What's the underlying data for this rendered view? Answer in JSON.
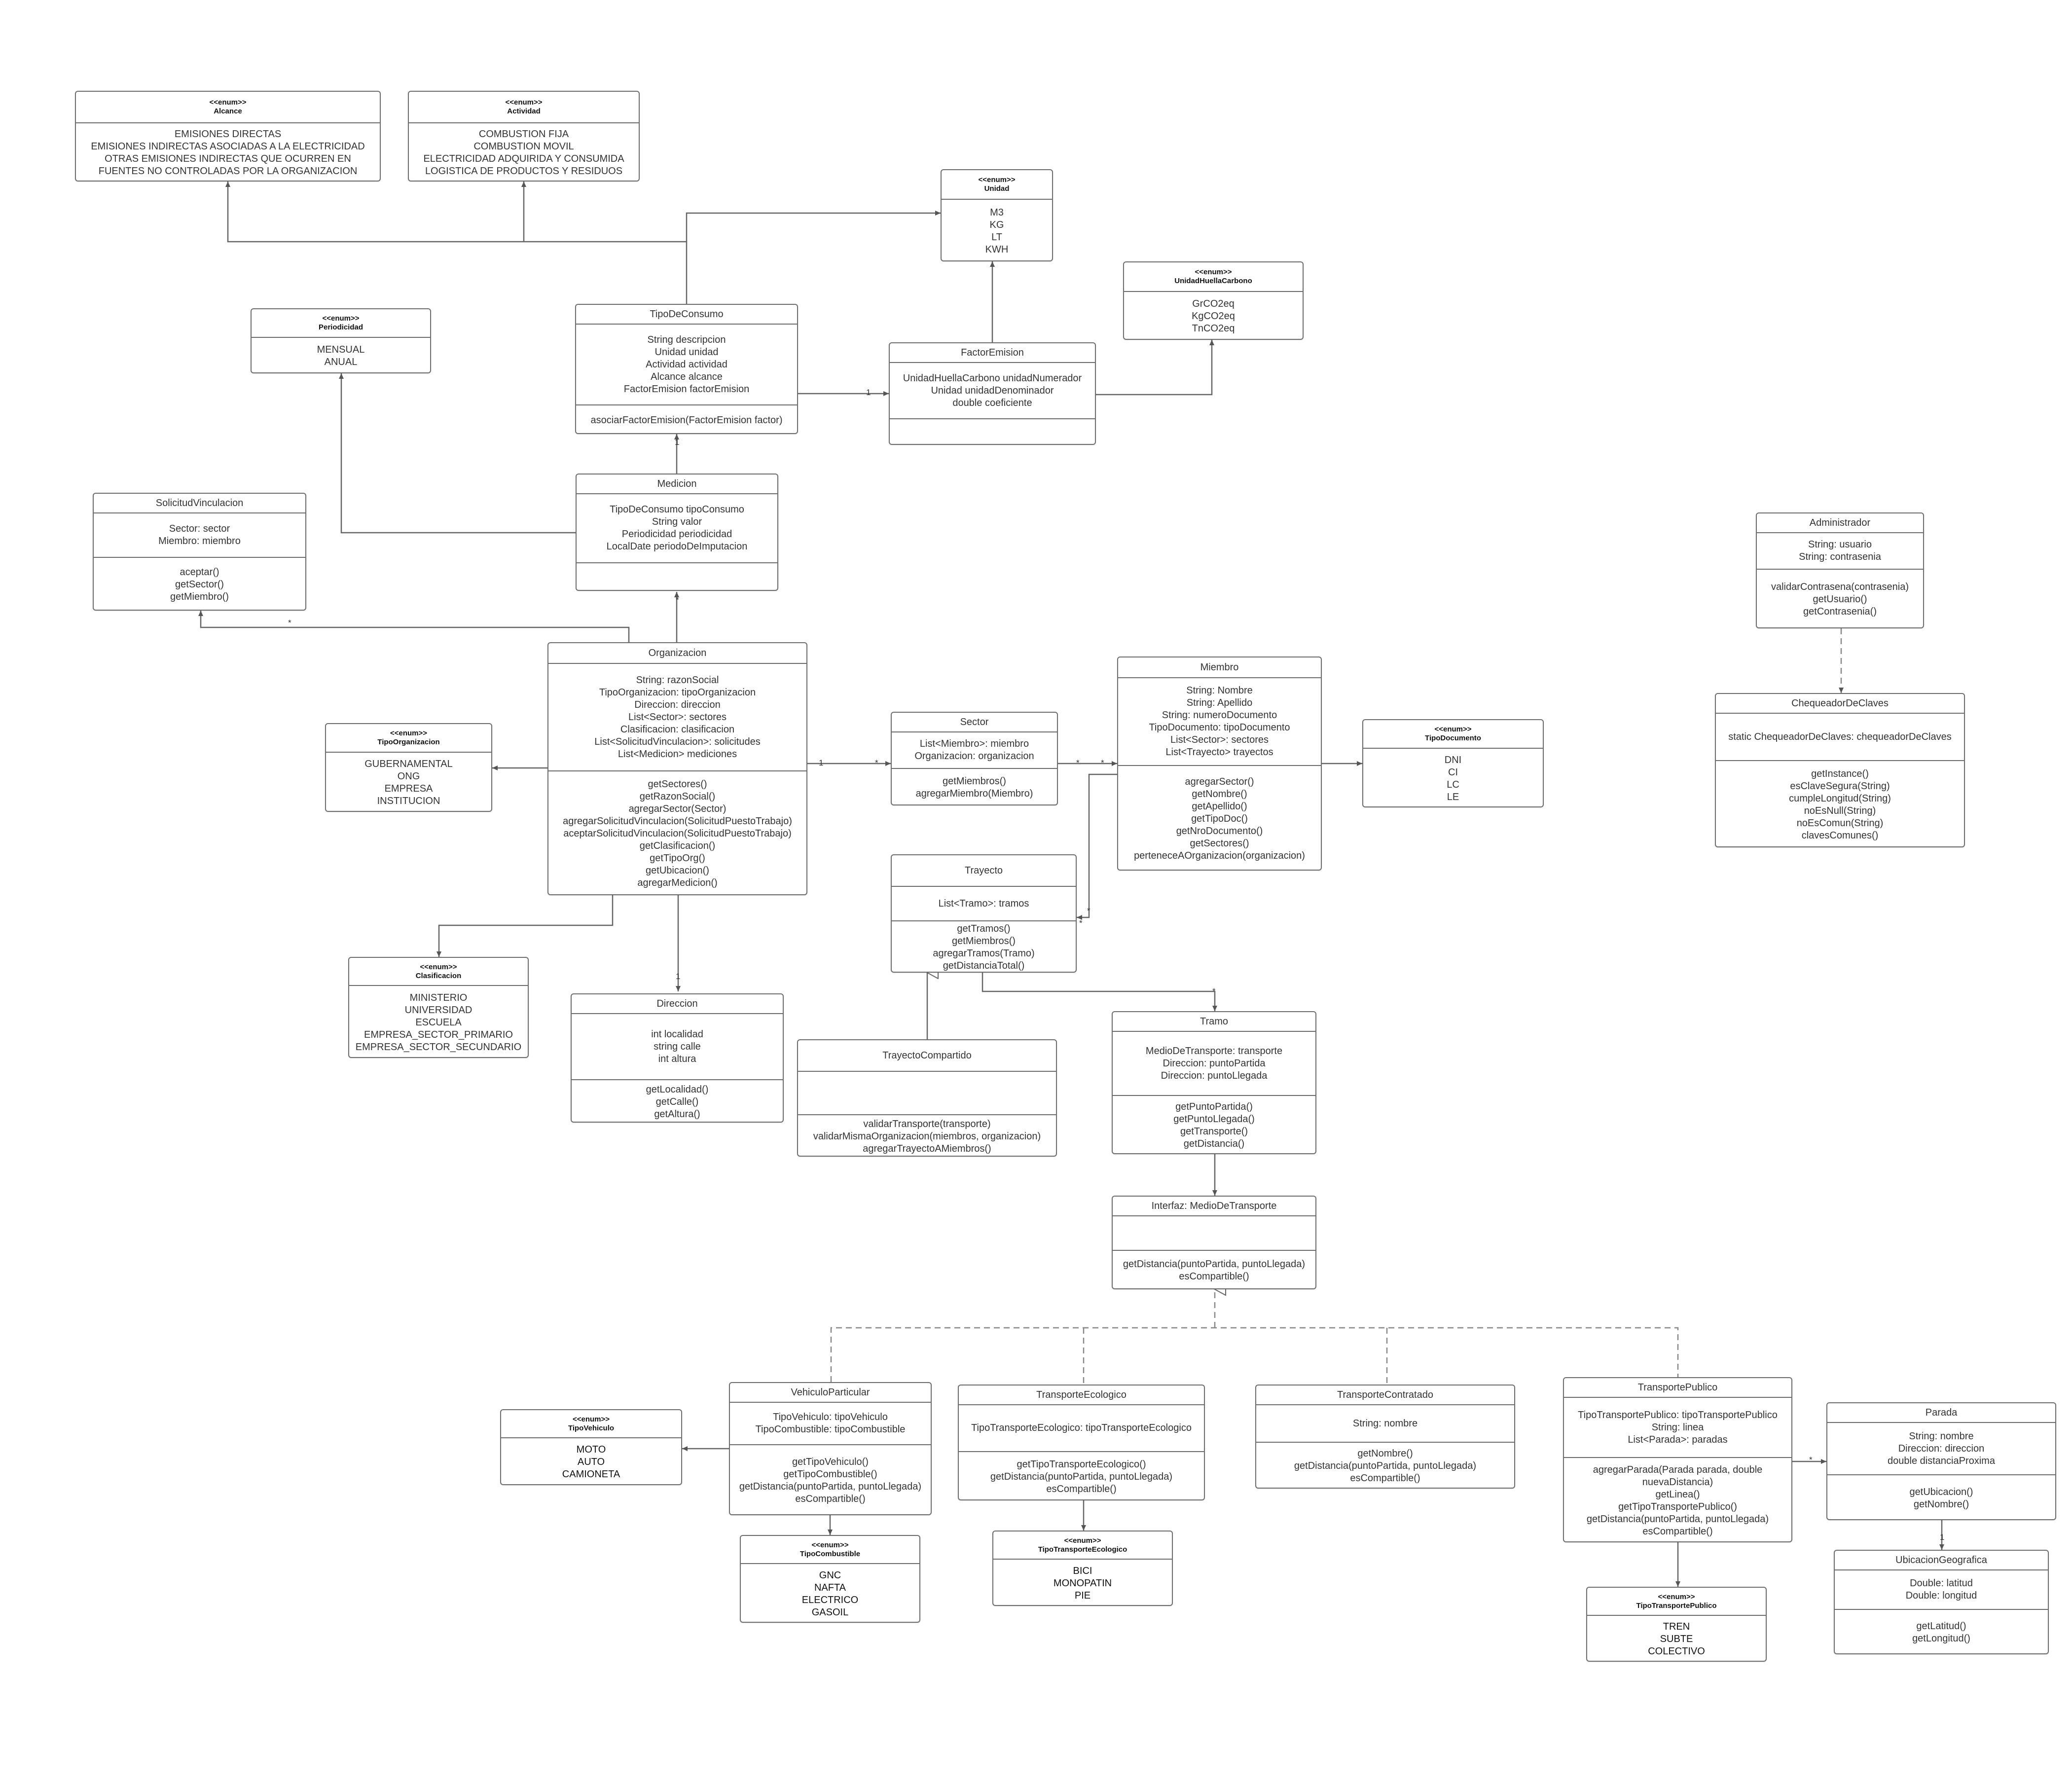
{
  "classes": [
    {
      "id": "alcance",
      "enum": true,
      "stereotype": "<<enum>>",
      "name": "Alcance",
      "sections": [
        [
          "EMISIONES DIRECTAS",
          "EMISIONES INDIRECTAS ASOCIADAS A LA ELECTRICIDAD",
          "OTRAS EMISIONES INDIRECTAS QUE OCURREN EN",
          "FUENTES NO CONTROLADAS POR LA ORGANIZACION"
        ]
      ]
    },
    {
      "id": "actividad",
      "enum": true,
      "stereotype": "<<enum>>",
      "name": "Actividad",
      "sections": [
        [
          "COMBUSTION FIJA",
          "COMBUSTION MOVIL",
          "ELECTRICIDAD ADQUIRIDA Y CONSUMIDA",
          "LOGISTICA DE PRODUCTOS Y RESIDUOS"
        ]
      ]
    },
    {
      "id": "unidad",
      "enum": true,
      "stereotype": "<<enum>>",
      "name": "Unidad",
      "sections": [
        [
          "M3",
          "KG",
          "LT",
          "KWH"
        ]
      ]
    },
    {
      "id": "unidadhuella",
      "enum": true,
      "stereotype": "<<enum>>",
      "name": "UnidadHuellaCarbono",
      "sections": [
        [
          "GrCO2eq",
          "KgCO2eq",
          "TnCO2eq"
        ]
      ]
    },
    {
      "id": "periodicidad",
      "enum": true,
      "stereotype": "<<enum>>",
      "name": "Periodicidad",
      "sections": [
        [
          "MENSUAL",
          "ANUAL"
        ]
      ]
    },
    {
      "id": "tipodeconsumo",
      "enum": false,
      "name": "TipoDeConsumo",
      "sections": [
        [
          "String descripcion",
          "Unidad unidad",
          "Actividad actividad",
          "Alcance alcance",
          "FactorEmision factorEmision"
        ],
        [
          "asociarFactorEmision(FactorEmision factor)"
        ]
      ]
    },
    {
      "id": "factoremision",
      "enum": false,
      "name": "FactorEmision",
      "sections": [
        [
          "UnidadHuellaCarbono unidadNumerador",
          "Unidad unidadDenominador",
          "double coeficiente"
        ],
        []
      ]
    },
    {
      "id": "medicion",
      "enum": false,
      "name": "Medicion",
      "sections": [
        [
          "TipoDeConsumo tipoConsumo",
          "String valor",
          "Periodicidad periodicidad",
          "LocalDate periodoDeImputacion"
        ],
        []
      ]
    },
    {
      "id": "solicitud",
      "enum": false,
      "name": "SolicitudVinculacion",
      "sections": [
        [
          "Sector: sector",
          "Miembro: miembro"
        ],
        [
          "aceptar()",
          "getSector()",
          "getMiembro()"
        ]
      ]
    },
    {
      "id": "organizacion",
      "enum": false,
      "name": "Organizacion",
      "sections": [
        [
          "String: razonSocial",
          "TipoOrganizacion: tipoOrganizacion",
          "Direccion: direccion",
          "List<Sector>: sectores",
          "Clasificacion: clasificacion",
          "List<SolicitudVinculacion>: solicitudes",
          "List<Medicion> mediciones"
        ],
        [
          "getSectores()",
          "getRazonSocial()",
          "agregarSector(Sector)",
          "agregarSolicitudVinculacion(SolicitudPuestoTrabajo)",
          "aceptarSolicitudVinculacion(SolicitudPuestoTrabajo)",
          "getClasificacion()",
          "getTipoOrg()",
          "getUbicacion()",
          "agregarMedicion()"
        ]
      ]
    },
    {
      "id": "tipoorg",
      "enum": true,
      "stereotype": "<<enum>>",
      "name": "TipoOrganizacion",
      "sections": [
        [
          "GUBERNAMENTAL",
          "ONG",
          "EMPRESA",
          "INSTITUCION"
        ]
      ]
    },
    {
      "id": "sector",
      "enum": false,
      "name": "Sector",
      "sections": [
        [
          "List<Miembro>: miembro",
          "Organizacion: organizacion"
        ],
        [
          "getMiembros()",
          "agregarMiembro(Miembro)"
        ]
      ]
    },
    {
      "id": "miembro",
      "enum": false,
      "name": "Miembro",
      "sections": [
        [
          "String: Nombre",
          "String: Apellido",
          "String: numeroDocumento",
          "TipoDocumento: tipoDocumento",
          "List<Sector>: sectores",
          "List<Trayecto> trayectos"
        ],
        [
          "agregarSector()",
          "getNombre()",
          "getApellido()",
          "getTipoDoc()",
          "getNroDocumento()",
          "getSectores()",
          "perteneceAOrganizacion(organizacion)"
        ]
      ]
    },
    {
      "id": "tipodoc",
      "enum": true,
      "stereotype": "<<enum>>",
      "name": "TipoDocumento",
      "sections": [
        [
          "DNI",
          "CI",
          "LC",
          "LE"
        ]
      ]
    },
    {
      "id": "administrador",
      "enum": false,
      "name": "Administrador",
      "sections": [
        [
          "String: usuario",
          "String: contrasenia"
        ],
        [
          "validarContrasena(contrasenia)",
          "getUsuario()",
          "getContrasenia()"
        ]
      ]
    },
    {
      "id": "chequeador",
      "enum": false,
      "name": "ChequeadorDeClaves",
      "sections": [
        [
          "static ChequeadorDeClaves: chequeadorDeClaves"
        ],
        [
          "getInstance()",
          "esClaveSegura(String)",
          "cumpleLongitud(String)",
          "noEsNull(String)",
          "noEsComun(String)",
          "clavesComunes()"
        ]
      ]
    },
    {
      "id": "trayecto",
      "enum": false,
      "name": "Trayecto",
      "sections": [
        [
          "List<Tramo>: tramos"
        ],
        [
          "getTramos()",
          "getMiembros()",
          "agregarTramos(Tramo)",
          "getDistanciaTotal()"
        ]
      ]
    },
    {
      "id": "clasificacion",
      "enum": true,
      "stereotype": "<<enum>>",
      "name": "Clasificacion",
      "sections": [
        [
          "MINISTERIO",
          "UNIVERSIDAD",
          "ESCUELA",
          "EMPRESA_SECTOR_PRIMARIO",
          "EMPRESA_SECTOR_SECUNDARIO"
        ]
      ]
    },
    {
      "id": "direccion",
      "enum": false,
      "name": "Direccion",
      "sections": [
        [
          "int localidad",
          "string calle",
          "int altura"
        ],
        [
          "getLocalidad()",
          "getCalle()",
          "getAltura()"
        ]
      ]
    },
    {
      "id": "trayectocomp",
      "enum": false,
      "name": "TrayectoCompartido",
      "sections": [
        [],
        [
          "validarTransporte(transporte)",
          "validarMismaOrganizacion(miembros, organizacion)",
          "agregarTrayectoAMiembros()"
        ]
      ]
    },
    {
      "id": "tramo",
      "enum": false,
      "name": "Tramo",
      "sections": [
        [
          "MedioDeTransporte: transporte",
          "Direccion: puntoPartida",
          "Direccion: puntoLlegada"
        ],
        [
          "getPuntoPartida()",
          "getPuntoLlegada()",
          "getTransporte()",
          "getDistancia()"
        ]
      ]
    },
    {
      "id": "medio",
      "enum": false,
      "name": "Interfaz: MedioDeTransporte",
      "sections": [
        [],
        [
          "getDistancia(puntoPartida, puntoLlegada)",
          "esCompartible()"
        ]
      ]
    },
    {
      "id": "vehiculo",
      "enum": false,
      "name": "VehiculoParticular",
      "sections": [
        [
          "TipoVehiculo: tipoVehiculo",
          "TipoCombustible: tipoCombustible"
        ],
        [
          "getTipoVehiculo()",
          "getTipoCombustible()",
          "getDistancia(puntoPartida, puntoLlegada)",
          "esCompartible()"
        ]
      ]
    },
    {
      "id": "tipovehiculo",
      "enum": true,
      "dark": true,
      "stereotype": "<<enum>>",
      "name": "TipoVehiculo",
      "sections": [
        [
          "MOTO",
          "AUTO",
          "CAMIONETA"
        ]
      ]
    },
    {
      "id": "tipocombustible",
      "enum": true,
      "dark": true,
      "stereotype": "<<enum>>",
      "name": "TipoCombustible",
      "sections": [
        [
          "GNC",
          "NAFTA",
          "ELECTRICO",
          "GASOIL"
        ]
      ]
    },
    {
      "id": "ecologico",
      "enum": false,
      "name": "TransporteEcologico",
      "sections": [
        [
          "TipoTransporteEcologico: tipoTransporteEcologico"
        ],
        [
          "getTipoTransporteEcologico()",
          "getDistancia(puntoPartida, puntoLlegada)",
          "esCompartible()"
        ]
      ]
    },
    {
      "id": "tipoeco",
      "enum": true,
      "dark": true,
      "stereotype": "<<enum>>",
      "name": "TipoTransporteEcologico",
      "sections": [
        [
          "BICI",
          "MONOPATIN",
          "PIE"
        ]
      ]
    },
    {
      "id": "contratado",
      "enum": false,
      "name": "TransporteContratado",
      "sections": [
        [
          "String: nombre"
        ],
        [
          "getNombre()",
          "getDistancia(puntoPartida, puntoLlegada)",
          "esCompartible()"
        ]
      ]
    },
    {
      "id": "publico",
      "enum": false,
      "name": "TransportePublico",
      "sections": [
        [
          "TipoTransportePublico: tipoTransportePublico",
          "String: linea",
          "List<Parada>: paradas"
        ],
        [
          "agregarParada(Parada parada, double",
          "nuevaDistancia)",
          "getLinea()",
          "getTipoTransportePublico()",
          "getDistancia(puntoPartida, puntoLlegada)",
          "esCompartible()"
        ]
      ]
    },
    {
      "id": "tipopublico",
      "enum": true,
      "dark": true,
      "stereotype": "<<enum>>",
      "name": "TipoTransportePublico",
      "sections": [
        [
          "TREN",
          "SUBTE",
          "COLECTIVO"
        ]
      ]
    },
    {
      "id": "parada",
      "enum": false,
      "name": "Parada",
      "sections": [
        [
          "String: nombre",
          "Direccion: direccion",
          "double distanciaProxima"
        ],
        [
          "getUbicacion()",
          "getNombre()"
        ]
      ]
    },
    {
      "id": "ubicacion",
      "enum": false,
      "name": "UbicacionGeografica",
      "sections": [
        [
          "Double: latitud",
          "Double: longitud"
        ],
        [
          "getLatitud()",
          "getLongitud()"
        ]
      ]
    }
  ],
  "multiplicity": {
    "one": "1",
    "many": "*"
  }
}
